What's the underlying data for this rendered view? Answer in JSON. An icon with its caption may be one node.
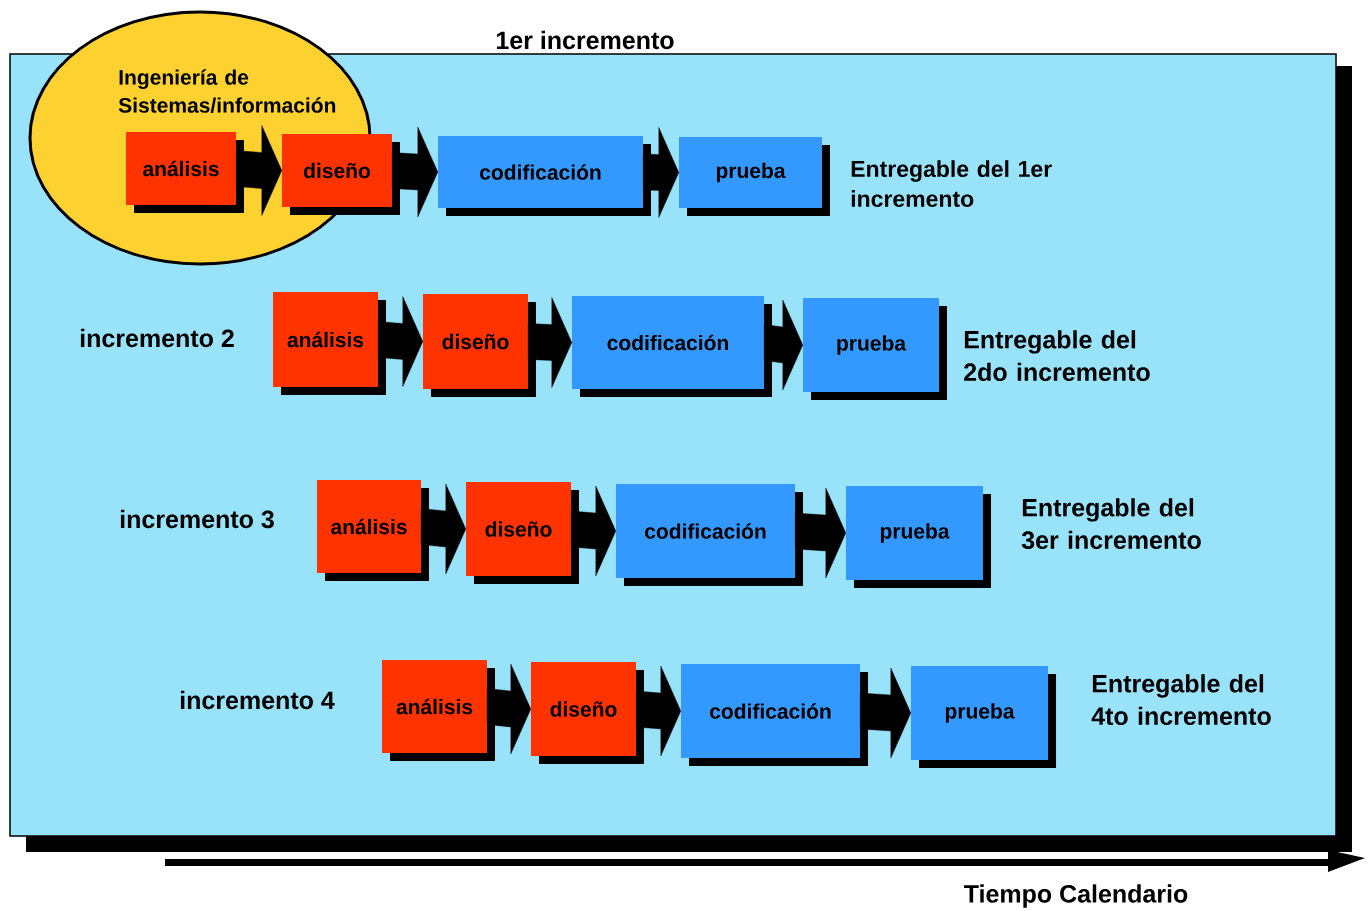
{
  "diagram": {
    "nodes": [
      {
        "text": [
          "Ingeniería de Sistemas/información"
        ]
      },
      {
        "text": [
          "análisis"
        ],
        "in": 0
      },
      {
        "text": [
          "diseño"
        ]
      },
      {
        "text": [
          "codificación"
        ]
      },
      {
        "text": [
          "prueba"
        ],
        "beside": [
          "Entregable del 1er incremento"
        ]
      },
      {
        "text": [
          "análisis"
        ]
      },
      {
        "text": [
          "diseño"
        ]
      },
      {
        "text": [
          "codificación"
        ]
      },
      {
        "text": [
          "prueba"
        ],
        "beside": [
          "Entregable del 2do incremento"
        ]
      },
      {
        "text": [
          "análisis"
        ]
      },
      {
        "text": [
          "diseño"
        ]
      },
      {
        "text": [
          "codificación"
        ]
      },
      {
        "text": [
          "prueba"
        ],
        "beside": [
          "Entregable del 3er incremento"
        ]
      },
      {
        "text": [
          "análisis"
        ]
      },
      {
        "text": [
          "diseño"
        ]
      },
      {
        "text": [
          "codificación"
        ]
      },
      {
        "text": [
          "prueba"
        ],
        "beside": [
          "Entregable del 4to incremento"
        ]
      }
    ],
    "edges": [
      {
        "from": 1,
        "to": 2,
        "arrow": "to"
      },
      {
        "from": 2,
        "to": 3,
        "arrow": "to"
      },
      {
        "from": 3,
        "to": 4,
        "arrow": "to"
      },
      {
        "from": 5,
        "to": 6,
        "arrow": "to"
      },
      {
        "from": 6,
        "to": 7,
        "arrow": "to"
      },
      {
        "from": 7,
        "to": 8,
        "arrow": "to"
      },
      {
        "from": 9,
        "to": 10,
        "arrow": "to"
      },
      {
        "from": 10,
        "to": 11,
        "arrow": "to"
      },
      {
        "from": 11,
        "to": 12,
        "arrow": "to"
      },
      {
        "from": 13,
        "to": 14,
        "arrow": "to"
      },
      {
        "from": 14,
        "to": 15,
        "arrow": "to"
      },
      {
        "from": 15,
        "to": 16,
        "arrow": "to"
      }
    ],
    "labels": [
      "1er incremento",
      "incremento 2",
      "incremento 3",
      "incremento 4",
      "Tiempo Calendario"
    ]
  }
}
